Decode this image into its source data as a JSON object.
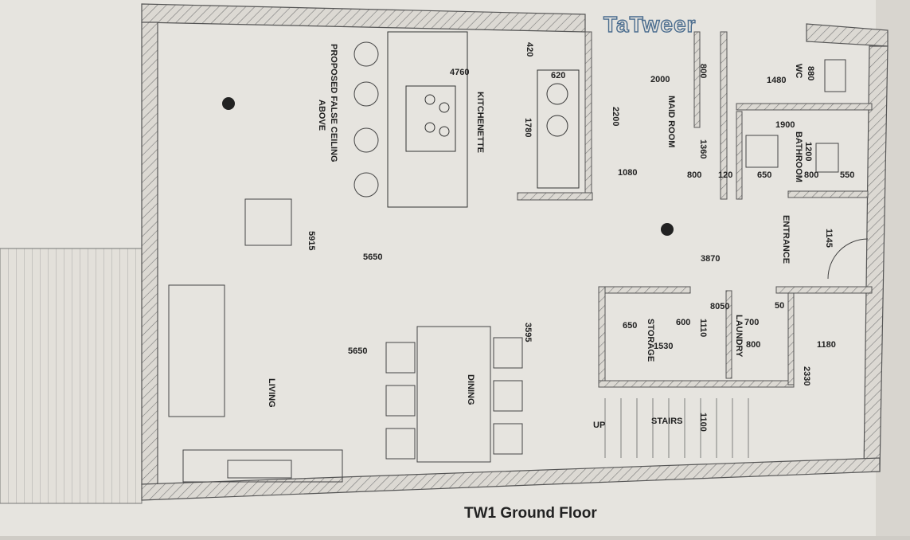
{
  "sheet": {
    "title": "TW1 Ground Floor",
    "logo": "TaTweer"
  },
  "colors": {
    "paper": "#e9e7e2",
    "wall": "#555555",
    "hatch": "#8a8a8a",
    "line": "#3a3a3a",
    "logo": "#4a6c8e"
  },
  "rooms": {
    "kitchenette": "KITCHENETTE",
    "maid_room": "MAID ROOM",
    "wc": "WC",
    "bathroom": "BATHROOM",
    "entrance": "ENTRANCE",
    "storage": "STORAGE",
    "laundry": "LAUNDRY",
    "stairs": "STAIRS",
    "up": "UP",
    "living": "LIVING",
    "dining": "DINING",
    "ceiling_line1": "PROPOSED FALSE CEILING",
    "ceiling_line2": "ABOVE"
  },
  "dimensions": {
    "d4760": "4760",
    "d420": "420",
    "d620": "620",
    "d1780": "1780",
    "d2000": "2000",
    "d2200": "2200",
    "d1080": "1080",
    "d800a": "800",
    "d1360": "1360",
    "d800b": "800",
    "d120": "120",
    "d650": "650",
    "d1480": "1480",
    "d880": "880",
    "d1900": "1900",
    "d1200": "1200",
    "d800c": "800",
    "d550": "550",
    "d1145": "1145",
    "d5915": "5915",
    "d5650a": "5650",
    "d3870": "3870",
    "d8050": "8050",
    "d50": "50",
    "d700": "700",
    "d800d": "800",
    "d650b": "650",
    "d600": "600",
    "d1530": "1530",
    "d1110": "1110",
    "d3595": "3595",
    "d5650b": "5650",
    "d1180": "1180",
    "d2330": "2330",
    "d1100": "1100"
  }
}
